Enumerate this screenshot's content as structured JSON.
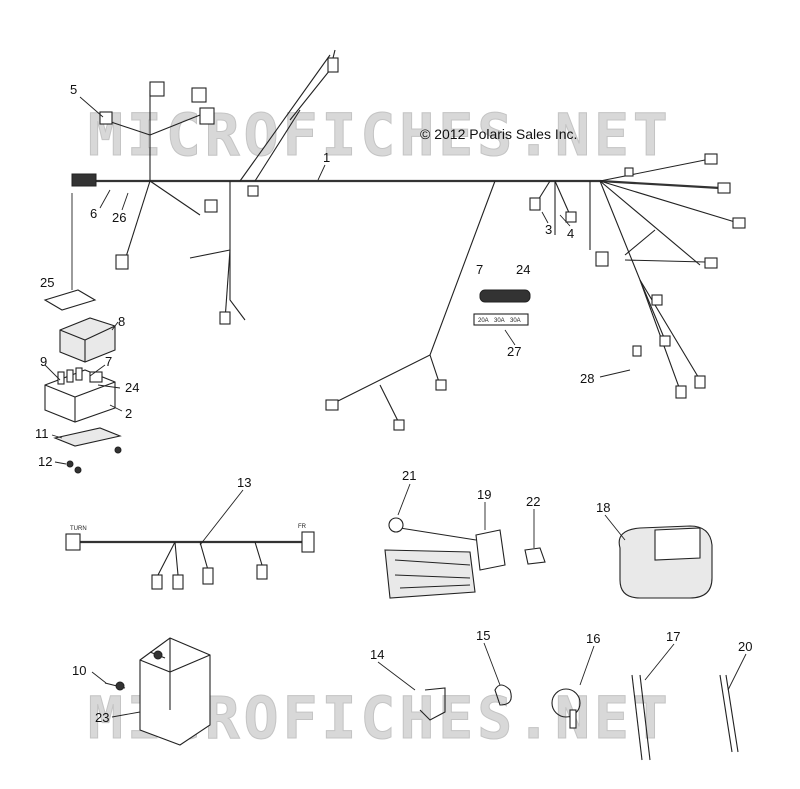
{
  "copyright": "© 2012 Polaris Sales Inc.",
  "watermark": "MICROFICHES.NET",
  "fuse_ratings": [
    "20A",
    "30A",
    "30A"
  ],
  "callouts": {
    "c1": "1",
    "c2": "2",
    "c3": "3",
    "c4": "4",
    "c5": "5",
    "c6": "6",
    "c7a": "7",
    "c7b": "7",
    "c8": "8",
    "c9": "9",
    "c10": "10",
    "c11": "11",
    "c12": "12",
    "c13": "13",
    "c14": "14",
    "c15": "15",
    "c16": "16",
    "c17": "17",
    "c18": "18",
    "c19": "19",
    "c20": "20",
    "c21": "21",
    "c22": "22",
    "c23": "23",
    "c24a": "24",
    "c24b": "24",
    "c25": "25",
    "c26": "26",
    "c27": "27",
    "c28": "28"
  }
}
